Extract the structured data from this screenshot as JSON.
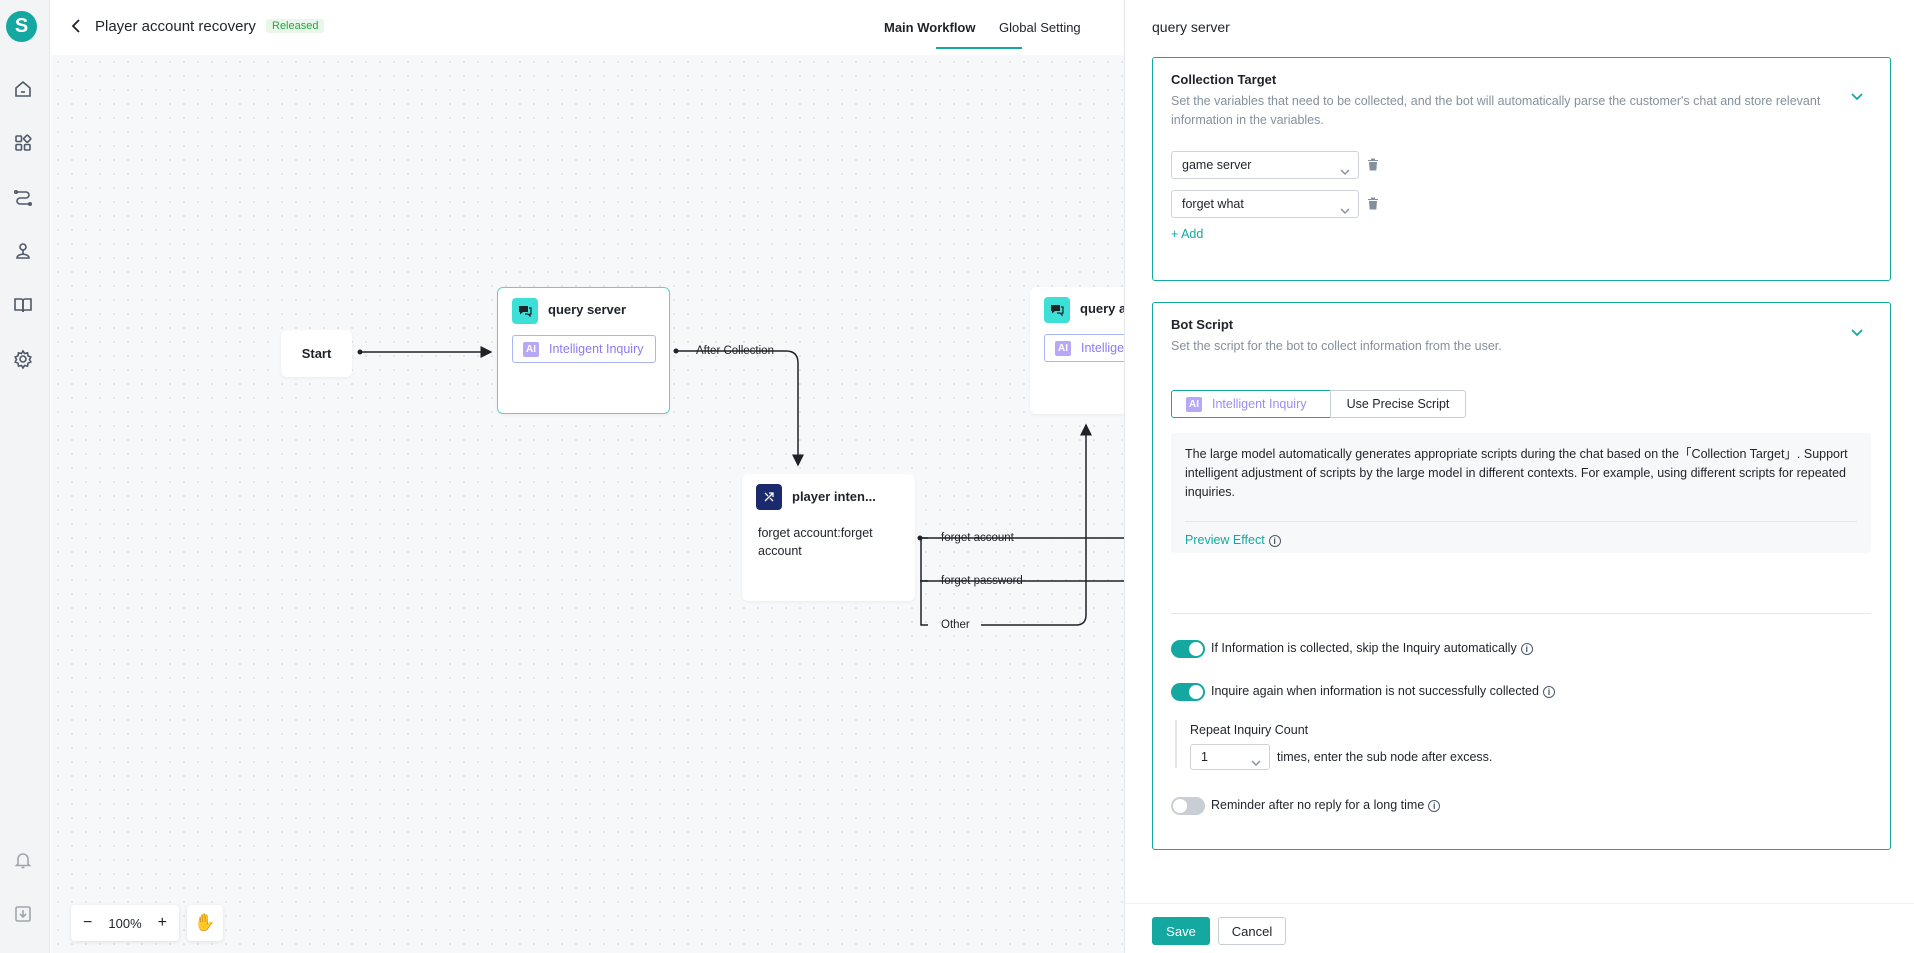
{
  "app": {
    "logo_letter": "S"
  },
  "header": {
    "title": "Player account recovery",
    "status_badge": "Released",
    "tabs": [
      {
        "label": "Main Workflow",
        "active": true
      },
      {
        "label": "Global Setting",
        "active": false
      }
    ]
  },
  "canvas": {
    "nodes": {
      "start": {
        "label": "Start"
      },
      "query_server": {
        "title": "query server",
        "tag": "Intelligent Inquiry"
      },
      "player_intent": {
        "title": "player inten...",
        "body": "forget account:forget account"
      },
      "query_a": {
        "title": "query a",
        "tag": "Intelligen"
      }
    },
    "edge_labels": {
      "after_collection": "After Collection",
      "forget_account": "forget account",
      "forget_password": "forget password",
      "other": "Other"
    },
    "zoom": "100%",
    "zoom_out": "−",
    "zoom_in": "+"
  },
  "panel": {
    "title": "query server",
    "collection_target": {
      "heading": "Collection Target",
      "description": "Set the variables that need to be collected, and the bot will automatically parse the customer's chat and store relevant information in the variables.",
      "variables": [
        "game server",
        "forget what"
      ],
      "add_label": "Add"
    },
    "bot_script": {
      "heading": "Bot Script",
      "description": "Set the script for the bot to collect information from the user.",
      "mode_ai": "Intelligent Inquiry",
      "mode_precise": "Use Precise Script",
      "info_text": "The large model automatically generates appropriate scripts during the chat based on the「Collection Target」. Support intelligent adjustment of scripts by the large model in different contexts. For example, using different scripts for repeated inquiries.",
      "preview_label": "Preview Effect",
      "toggles": [
        {
          "label": "If Information is collected, skip the Inquiry automatically",
          "on": true
        },
        {
          "label": "Inquire again when information is not successfully collected",
          "on": true
        },
        {
          "label": "Reminder after no reply for a long time",
          "on": false
        }
      ],
      "repeat_label": "Repeat Inquiry Count",
      "repeat_value": "1",
      "repeat_suffix": "times, enter the sub node after excess."
    },
    "footer": {
      "save": "Save",
      "cancel": "Cancel"
    }
  },
  "colors": {
    "accent": "#14a8a0",
    "ai_purple": "#8b7bf0",
    "released_green": "#2ba245",
    "intent_navy": "#1a2a6c"
  }
}
